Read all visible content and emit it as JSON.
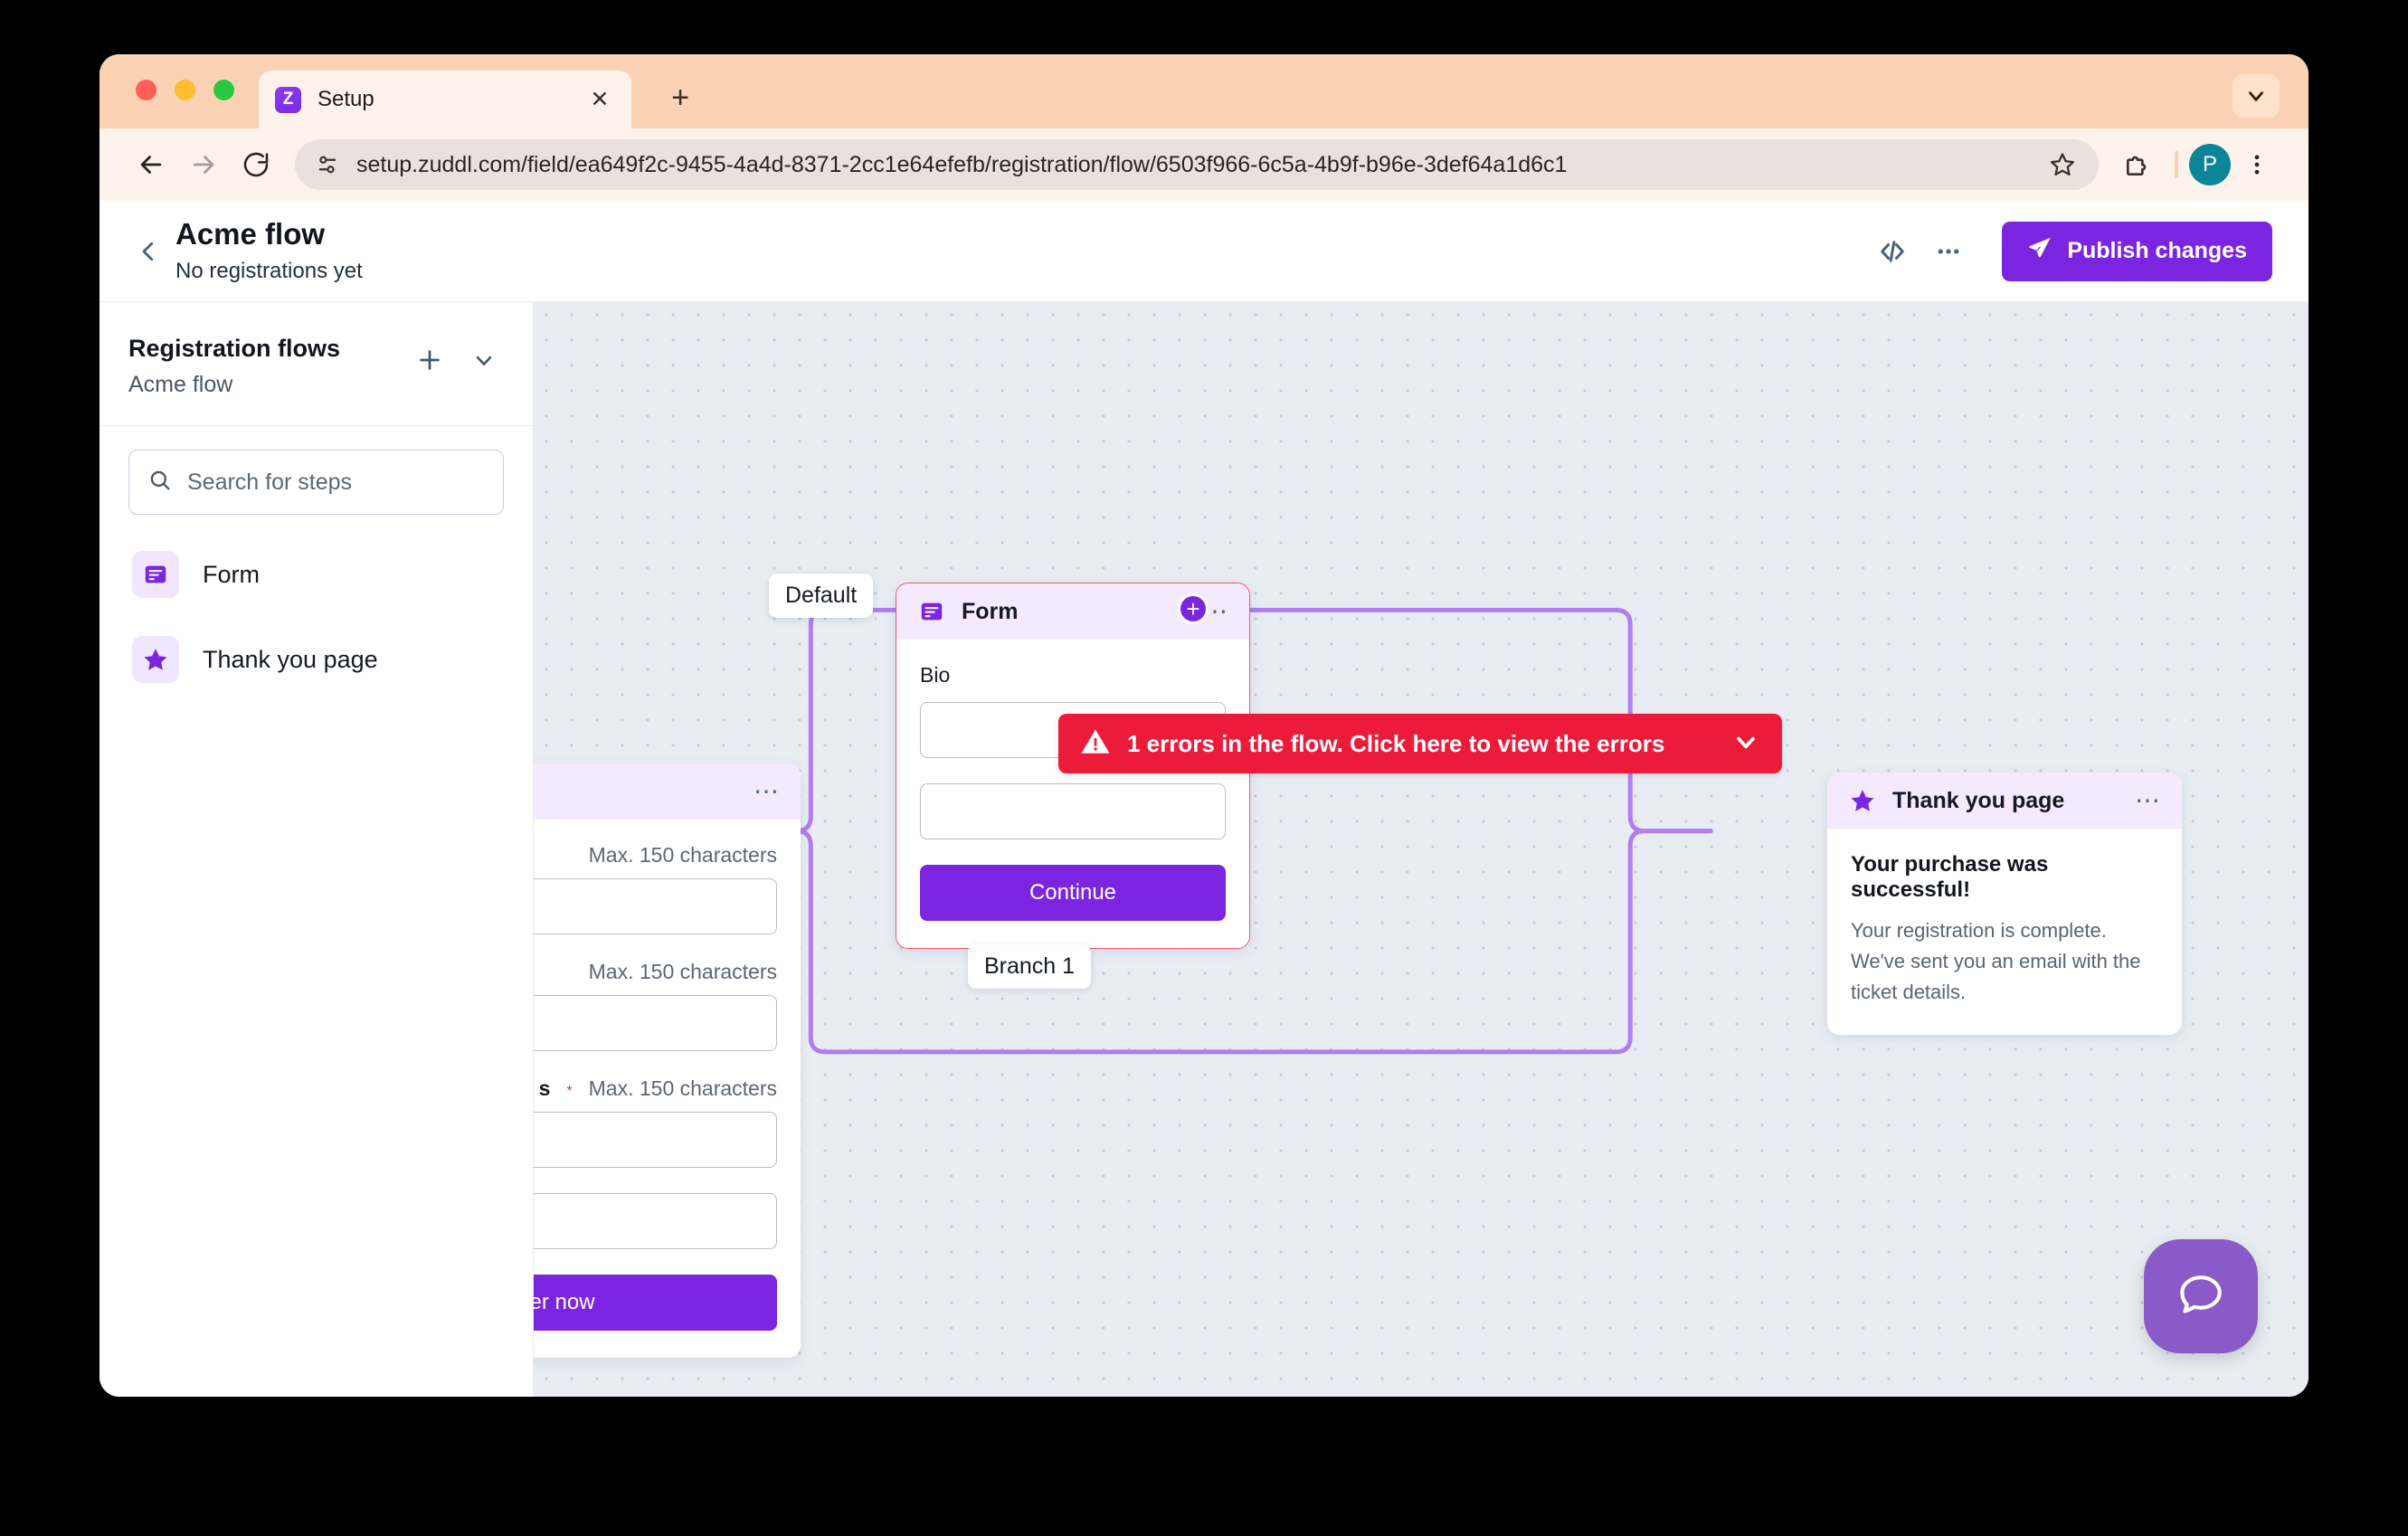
{
  "browser": {
    "tab": {
      "title": "Setup",
      "favicon_letter": "Z"
    },
    "url": "setup.zuddl.com/field/ea649f2c-9455-4a4d-8371-2cc1e64efefb/registration/flow/6503f966-6c5a-4b9f-b96e-3def64a1d6c1",
    "profile_initial": "P"
  },
  "app_header": {
    "title": "Acme flow",
    "subtitle": "No registrations yet",
    "publish_label": "Publish changes"
  },
  "sidebar": {
    "title": "Registration flows",
    "subtitle": "Acme flow",
    "search_placeholder": "Search for steps",
    "steps": [
      {
        "label": "Form",
        "icon": "form-icon"
      },
      {
        "label": "Thank you page",
        "icon": "star-icon"
      }
    ]
  },
  "canvas": {
    "error_banner": {
      "text": "1 errors in the flow. Click here to view the errors"
    },
    "labels": {
      "default": "Default",
      "branch1": "Branch 1"
    },
    "nodes": {
      "form": {
        "head_title": "Form",
        "field_label": "Bio",
        "cta_label": "Continue"
      },
      "thanks": {
        "head_title": "Thank you page",
        "title": "Your purchase was successful!",
        "body": "Your registration is complete. We've sent you an email with the ticket details."
      },
      "left_form": {
        "hint1": "Max. 150 characters",
        "hint2": "Max. 150 characters",
        "label3": "s",
        "required_mark": "*",
        "hint3": "Max. 150 characters",
        "cta_label": "Register now"
      }
    }
  },
  "colors": {
    "accent": "#7c25e0",
    "error": "#ed1b3a",
    "node_head": "#f5e9fe",
    "edge": "#b07ef0",
    "chrome": "#fbd3b4"
  }
}
